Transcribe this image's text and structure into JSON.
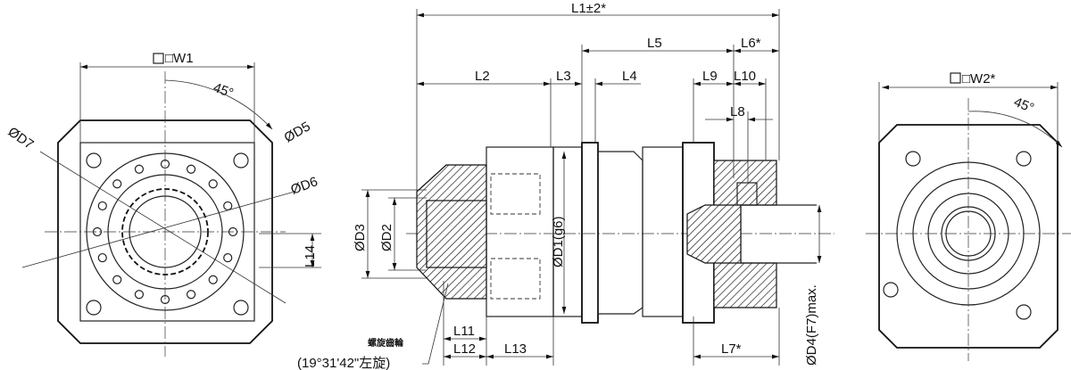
{
  "front_view": {
    "square": "□W1",
    "d7": "ØD7",
    "d5": "ØD5",
    "d6": "ØD6",
    "l14": "L14",
    "angle": "45°"
  },
  "side_view": {
    "l1": "L1±2*",
    "l2": "L2",
    "l3": "L3",
    "l4": "L4",
    "l5": "L5",
    "l6": "L6*",
    "l7": "L7*",
    "l8": "L8",
    "l9": "L9",
    "l10": "L10",
    "l11": "L11",
    "l12": "L12",
    "l13": "L13",
    "d1": "ØD1(g6)",
    "d2": "ØD2",
    "d3": "ØD3",
    "d4": "ØD4(F7)max.",
    "gear_note": "螺旋齒輪",
    "helix_note": "(19°31'42\"左旋)"
  },
  "rear_view": {
    "square": "□W2*",
    "angle": "45°"
  }
}
